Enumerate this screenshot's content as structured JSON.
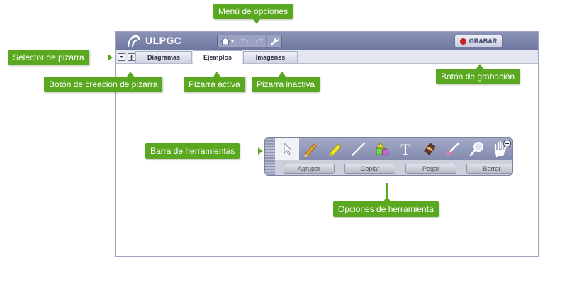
{
  "app": {
    "logo_text": "ULPGC",
    "record_button_label": "GRABAR",
    "colors": {
      "topbar": "#7a82a9",
      "callout": "#59a81f",
      "record_dot": "#c0241c"
    }
  },
  "menu": {
    "icons": [
      "home-icon",
      "undo-icon",
      "redo-icon",
      "wrench-icon"
    ]
  },
  "tabs": [
    {
      "label": "Diagramas",
      "active": false
    },
    {
      "label": "Ejemplos",
      "active": true
    },
    {
      "label": "Imagenes",
      "active": false
    }
  ],
  "board_controls": {
    "selector_icon": "dropdown-arrow-icon",
    "create_icon": "plus-icon"
  },
  "toolbar": {
    "tools": [
      {
        "name": "pointer-tool",
        "icon": "cursor-icon",
        "selected": true
      },
      {
        "name": "pencil-tool",
        "icon": "pencil-icon"
      },
      {
        "name": "highlighter-tool",
        "icon": "highlighter-icon"
      },
      {
        "name": "line-tool",
        "icon": "line-icon"
      },
      {
        "name": "shapes-tool",
        "icon": "shapes-icon"
      },
      {
        "name": "text-tool",
        "icon": "text-icon"
      },
      {
        "name": "eraser-tool",
        "icon": "eraser-icon"
      },
      {
        "name": "laser-pointer-tool",
        "icon": "laser-pointer-icon"
      },
      {
        "name": "zoom-tool",
        "icon": "magnifier-icon"
      },
      {
        "name": "pan-tool",
        "icon": "hand-icon"
      }
    ],
    "options": [
      "Agrupar",
      "Copiar",
      "Pegar",
      "Borrar"
    ]
  },
  "callouts": {
    "menu": "Menú de opciones",
    "selector": "Selector de pizarra",
    "create": "Botón de creación de pizarra",
    "active": "Pizarra activa",
    "inactive": "Pizarra inactiva",
    "record": "Botón de grabación",
    "toolbar": "Barra de herramientas",
    "tool_options": "Opciones de herramienta"
  }
}
